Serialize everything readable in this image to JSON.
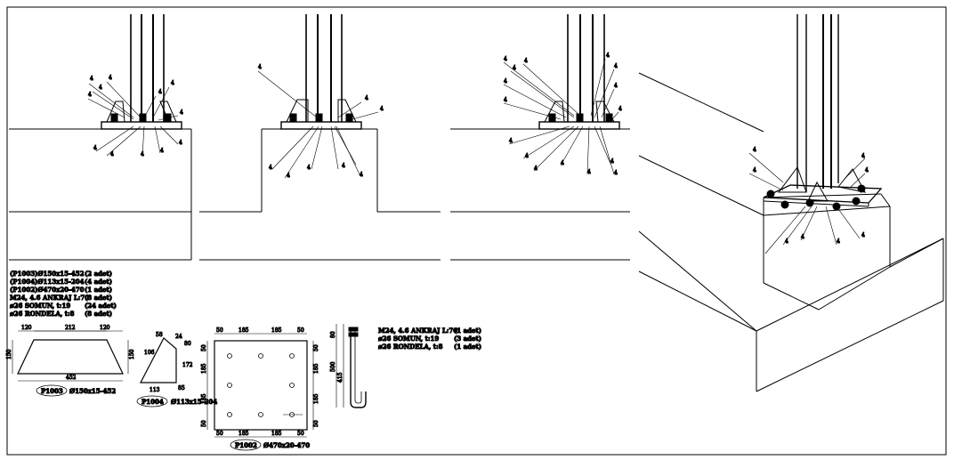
{
  "weld_size": "4",
  "materials_left": {
    "lines": [
      {
        "desc": "(P1003)Ø150x15-452",
        "qty": "(2 adet)"
      },
      {
        "desc": "(P1004)Ø113x15-204",
        "qty": "(4 adet)"
      },
      {
        "desc": "(P1002)Ø470x20-470",
        "qty": "(1 adet)"
      },
      {
        "desc": "M24, 4.6 ANKRAJ    L:70",
        "qty": "(8 adet)"
      },
      {
        "desc": "ø26 SOMUN, t:19",
        "qty": "(24 adet)"
      },
      {
        "desc": "ø26 RONDELA, t:8",
        "qty": "(8 adet)"
      }
    ]
  },
  "materials_right": {
    "lines": [
      {
        "desc": "M24, 4.6 ANKRAJ    L:70",
        "qty": "(1 adet)"
      },
      {
        "desc": "ø26 SOMUN, t:19",
        "qty": "(3 adet)"
      },
      {
        "desc": "ø26 RONDELA, t:8",
        "qty": "(1 adet)"
      }
    ]
  },
  "p1003": {
    "tag": "P1003",
    "spec": "Ø150x15-452",
    "dims": {
      "left": "120",
      "middle": "212",
      "right": "120",
      "height_l": "150",
      "height_r": "150",
      "bottom": "452"
    }
  },
  "p1004": {
    "tag": "P1004",
    "spec": "Ø113x15-204",
    "dims": {
      "a": "106",
      "b": "58",
      "c": "24",
      "d": "80",
      "e": "172",
      "f": "113",
      "g": "85"
    }
  },
  "p1002": {
    "tag": "P1002",
    "spec": "Ø470x20-470",
    "dims": {
      "edge": "50",
      "pitch": "185",
      "side_edge": "50",
      "side_pitch": "185"
    }
  },
  "anchor": {
    "dims": {
      "top": "80",
      "length": "500",
      "inner": "415"
    }
  }
}
